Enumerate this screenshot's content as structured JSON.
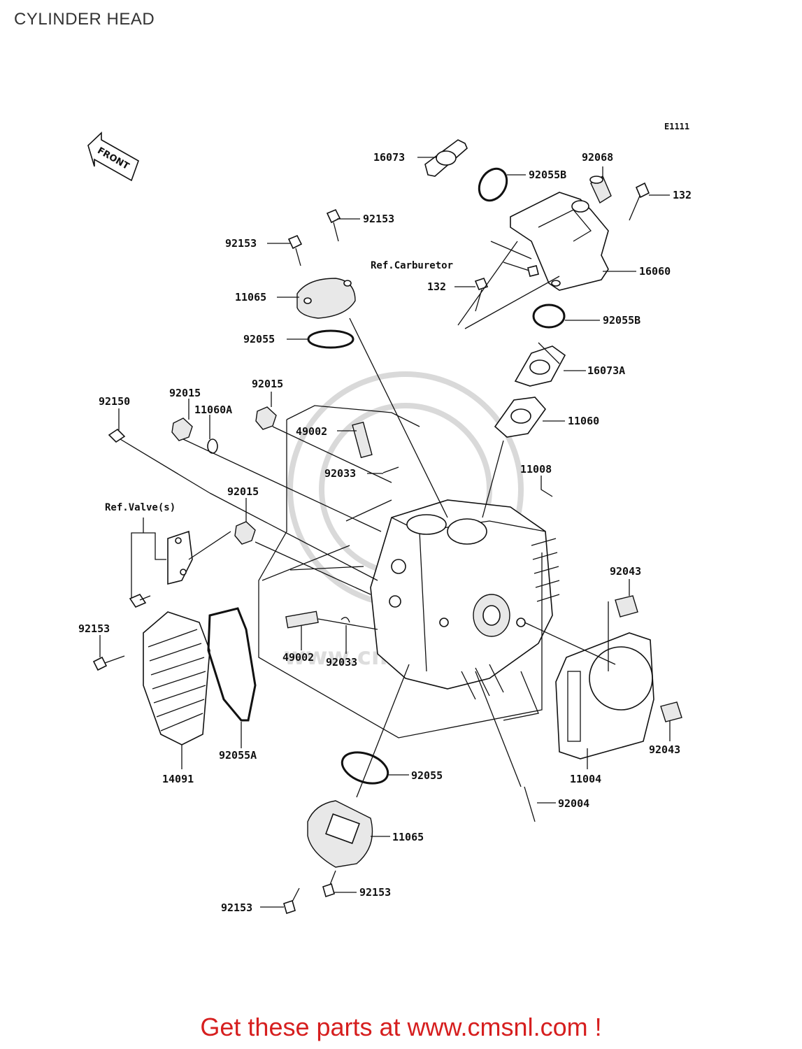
{
  "header": {
    "title": "CYLINDER HEAD"
  },
  "diagram": {
    "code": "E1111",
    "front_label": "FRONT",
    "watermark": "www.cmsnl.com",
    "labels": {
      "p16073": "16073",
      "p92055B_a": "92055B",
      "p92068": "92068",
      "p132_a": "132",
      "p92153_a": "92153",
      "p92153_b": "92153",
      "ref_carb": "Ref.Carburetor",
      "p132_b": "132",
      "p16060": "16060",
      "p11065_a": "11065",
      "p92055B_b": "92055B",
      "p92055_a": "92055",
      "p16073A": "16073A",
      "p92150": "92150",
      "p92015_a": "92015",
      "p92015_b": "92015",
      "p11060A": "11060A",
      "p49002_a": "49002",
      "p11060": "11060",
      "p92033_a": "92033",
      "p11008": "11008",
      "p92015_c": "92015",
      "ref_valve": "Ref.Valve(s)",
      "p92043_a": "92043",
      "p92153_c": "92153",
      "p49002_b": "49002",
      "p92033_b": "92033",
      "p92055A": "92055A",
      "p14091": "14091",
      "p92055_b": "92055",
      "p11004": "11004",
      "p92043_b": "92043",
      "p92004": "92004",
      "p11065_b": "11065",
      "p92153_d": "92153",
      "p92153_e": "92153"
    }
  },
  "footer": {
    "text": "Get these parts at www.cmsnl.com !"
  },
  "colors": {
    "footer_text": "#d61e1e",
    "title_text": "#333333",
    "lines": "#111111"
  }
}
